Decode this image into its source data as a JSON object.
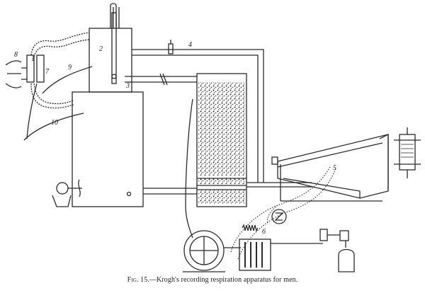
{
  "labels": {
    "l1": "1",
    "l2": "2",
    "l3": "3",
    "l4": "4",
    "l5": "5",
    "l6": "6",
    "l7": "7",
    "l8": "8",
    "l9": "9",
    "l10": "10"
  },
  "caption": {
    "fig_number": "Fig. 15.",
    "text": "—Krogh's recording respiration apparatus for men."
  }
}
